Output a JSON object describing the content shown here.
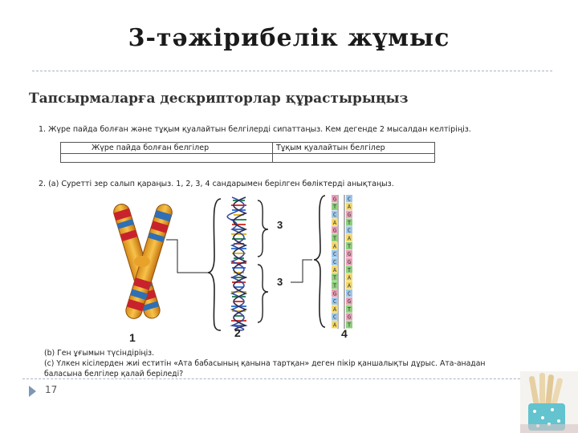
{
  "slide": {
    "title": "3-тәжірибелік жұмыс",
    "subtitle": "Тапсырмаларға дескрипторлар құрастырыңыз",
    "page_number": "17"
  },
  "task1": {
    "text": "1.   Жүре пайда болған және тұқым қуалайтын белгілерді сипаттаңыз. Кем дегенде 2 мысалдан келтіріңіз.",
    "table_headers": [
      "Жүре пайда болған белгілер",
      "Тұқым қуалайтын белгілер"
    ]
  },
  "task2": {
    "text": "2.   (а) Суретті зер салып қараңыз. 1, 2, 3, 4 сандарымен берілген бөліктерді анықтаңыз."
  },
  "figure": {
    "labels": [
      "1",
      "2",
      "3",
      "3",
      "4"
    ],
    "sequence": [
      "G",
      "T",
      "C",
      "A",
      "G",
      "T",
      "A",
      "C",
      "C",
      "A",
      "T",
      "T",
      "G",
      "C",
      "A",
      "C",
      "A",
      "G",
      "T",
      "C",
      "A",
      "T",
      "G",
      "G",
      "T",
      "A",
      "A",
      "C",
      "G",
      "T",
      "G",
      "T",
      "C",
      "A"
    ]
  },
  "notes": {
    "b": "(b) Ген ұғымын түсіндіріңіз.",
    "c1": "(c) Үлкен кісілерден жиі еститін «Ата бабасының қанына тартқан» деген пікір қаншалықты дұрыс. Ата-анадан",
    "c2": "баласына белгілер қалай беріледі?"
  }
}
